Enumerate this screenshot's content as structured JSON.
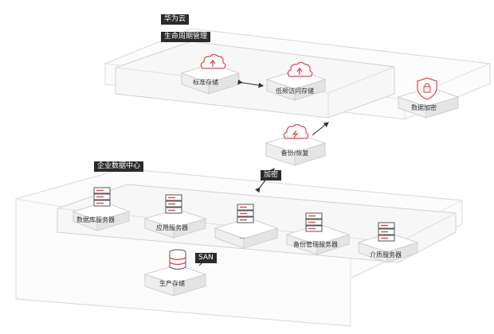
{
  "cloud": {
    "title": "华为云",
    "lifecycle_title": "生命周期管理",
    "standard_storage": "标准存储",
    "low_freq_storage": "低频访问存储",
    "data_encryption": "数据加密"
  },
  "backup": {
    "label": "备份/恢复",
    "encrypt_tag": "加密"
  },
  "datacenter": {
    "title": "企业数据中心",
    "db_server": "数据库服务器",
    "app_server": "应用服务器",
    "ellipsis": "...",
    "backup_mgmt_server": "备份管理服务器",
    "media_server": "介质服务器",
    "san_tag": "SAN",
    "production_storage": "生产存储"
  },
  "colors": {
    "accent": "#e8404a",
    "dark_tag": "#2b2b2b",
    "box_fill": "#f6f6f6",
    "box_edge": "#cfcfcf",
    "panel_edge": "#d8d8d8"
  }
}
